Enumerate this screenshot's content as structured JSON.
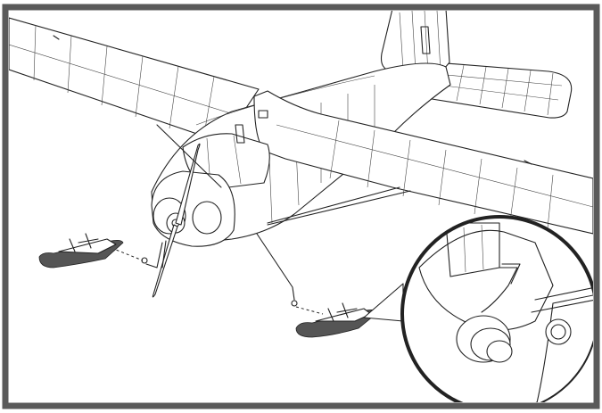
{
  "figure": {
    "frame_color": "#5a5a5a",
    "line_color": "#222222",
    "background": "#ffffff",
    "parts": [
      "airplane",
      "left-wing",
      "right-wing",
      "fuselage",
      "cowl",
      "propeller",
      "horizontal-stabilizer",
      "vertical-fin",
      "left-float-ski",
      "right-float-ski",
      "landing-gear",
      "detail-magnifier"
    ]
  }
}
